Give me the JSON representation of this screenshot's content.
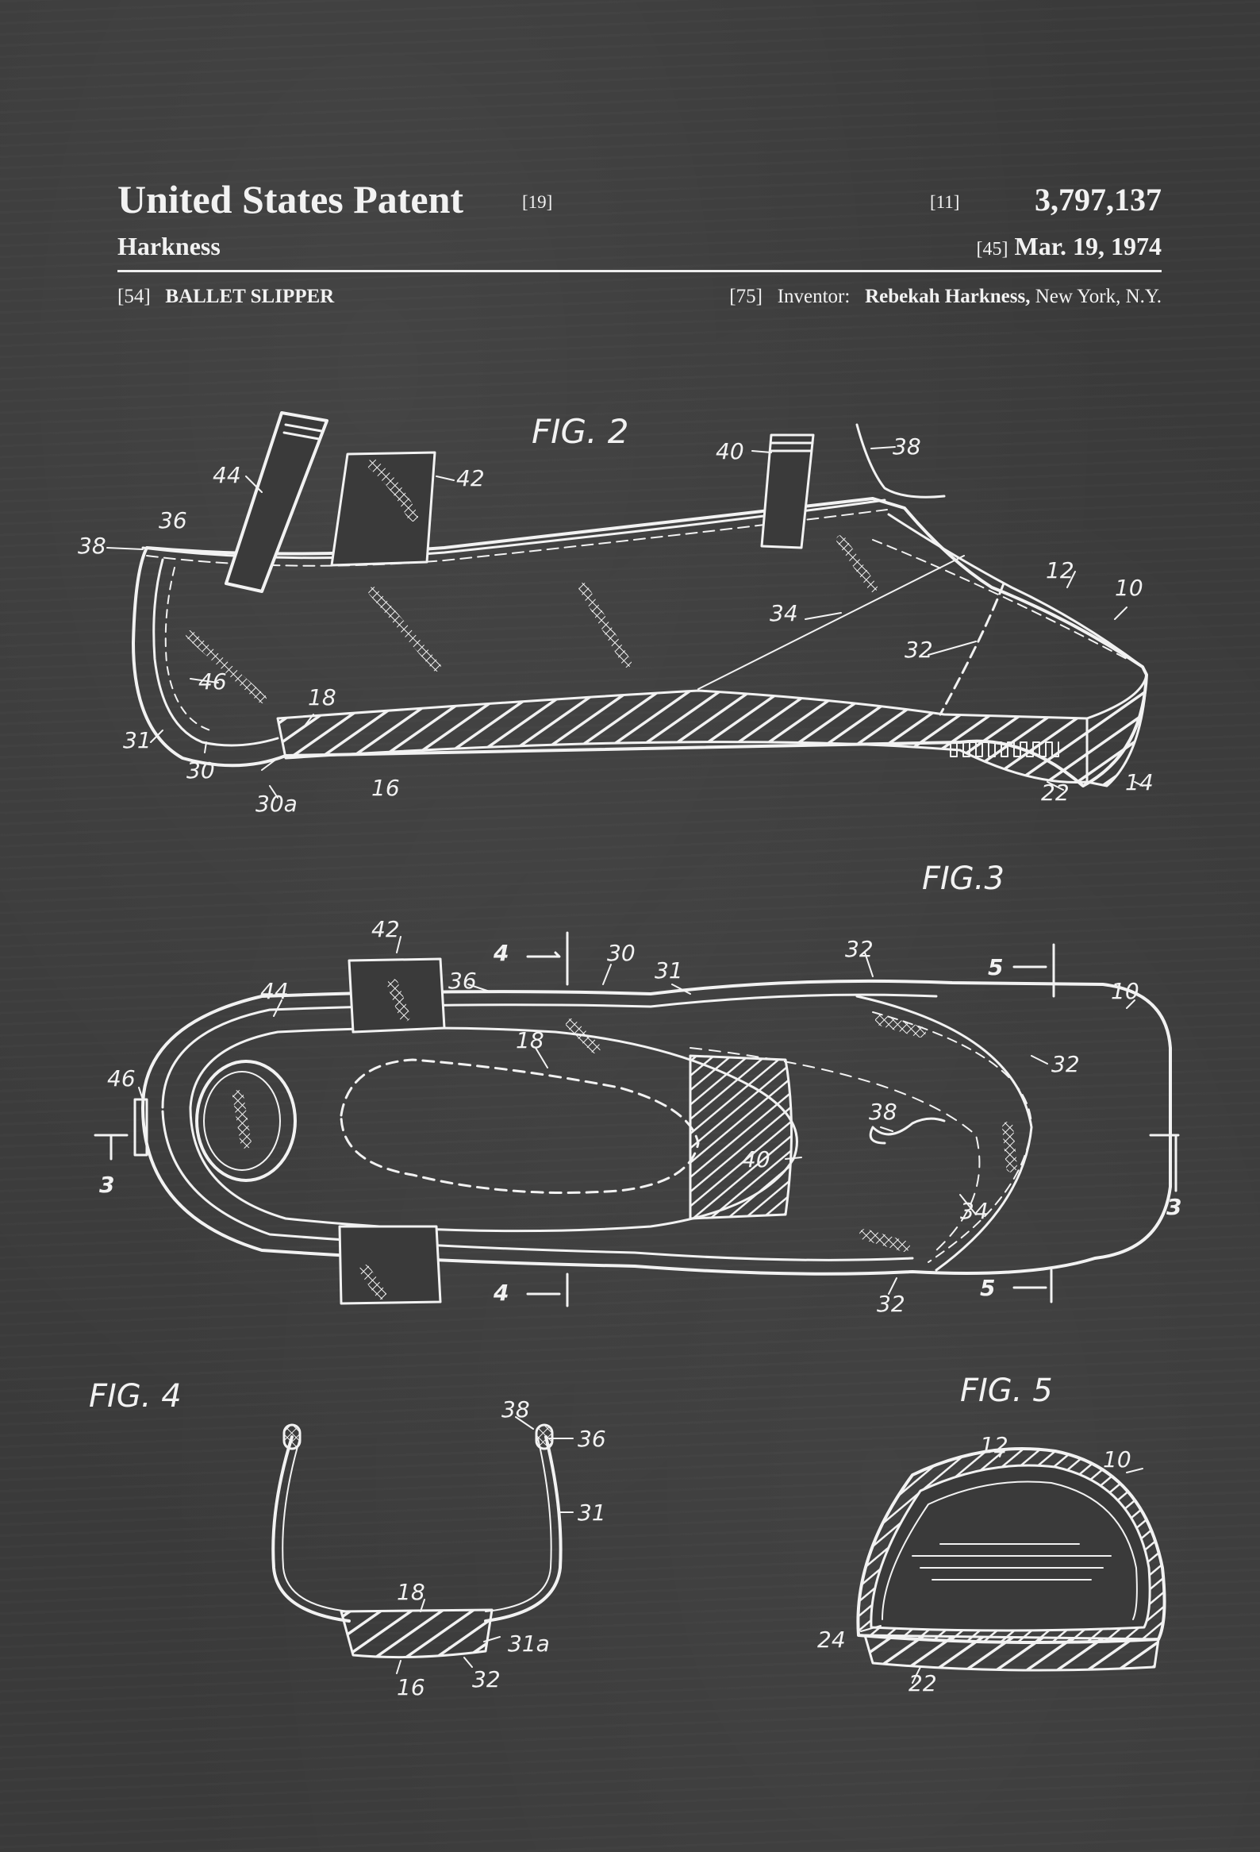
{
  "header": {
    "title": "United States Patent",
    "title_code": "[19]",
    "number_code": "[11]",
    "patent_number": "3,797,137",
    "assignee_name": "Harkness",
    "date_code": "[45]",
    "date": "Mar. 19, 1974",
    "title_field_code": "[54]",
    "invention_title": "BALLET SLIPPER",
    "inventor_code": "[75]",
    "inventor_label": "Inventor:",
    "inventor_name": "Rebekah Harkness,",
    "inventor_location": "New York, N.Y."
  },
  "figures": {
    "fig2": {
      "label": "FIG. 2",
      "refs": [
        "44",
        "42",
        "40",
        "38",
        "36",
        "38",
        "12",
        "10",
        "34",
        "32",
        "46",
        "18",
        "31",
        "30",
        "30a",
        "16",
        "22",
        "14"
      ]
    },
    "fig3": {
      "label": "FIG.3",
      "refs": [
        "42",
        "4",
        "30",
        "31",
        "32",
        "5",
        "10",
        "36",
        "44",
        "18",
        "32",
        "46",
        "3",
        "38",
        "40",
        "34",
        "3",
        "4",
        "5",
        "32"
      ]
    },
    "fig4": {
      "label": "FIG. 4",
      "refs": [
        "38",
        "36",
        "31",
        "18",
        "31a",
        "32",
        "16"
      ]
    },
    "fig5": {
      "label": "FIG. 5",
      "refs": [
        "12",
        "10",
        "24",
        "22"
      ]
    }
  },
  "colors": {
    "background": "#3a3a3a",
    "ink": "#f2f2f2"
  }
}
